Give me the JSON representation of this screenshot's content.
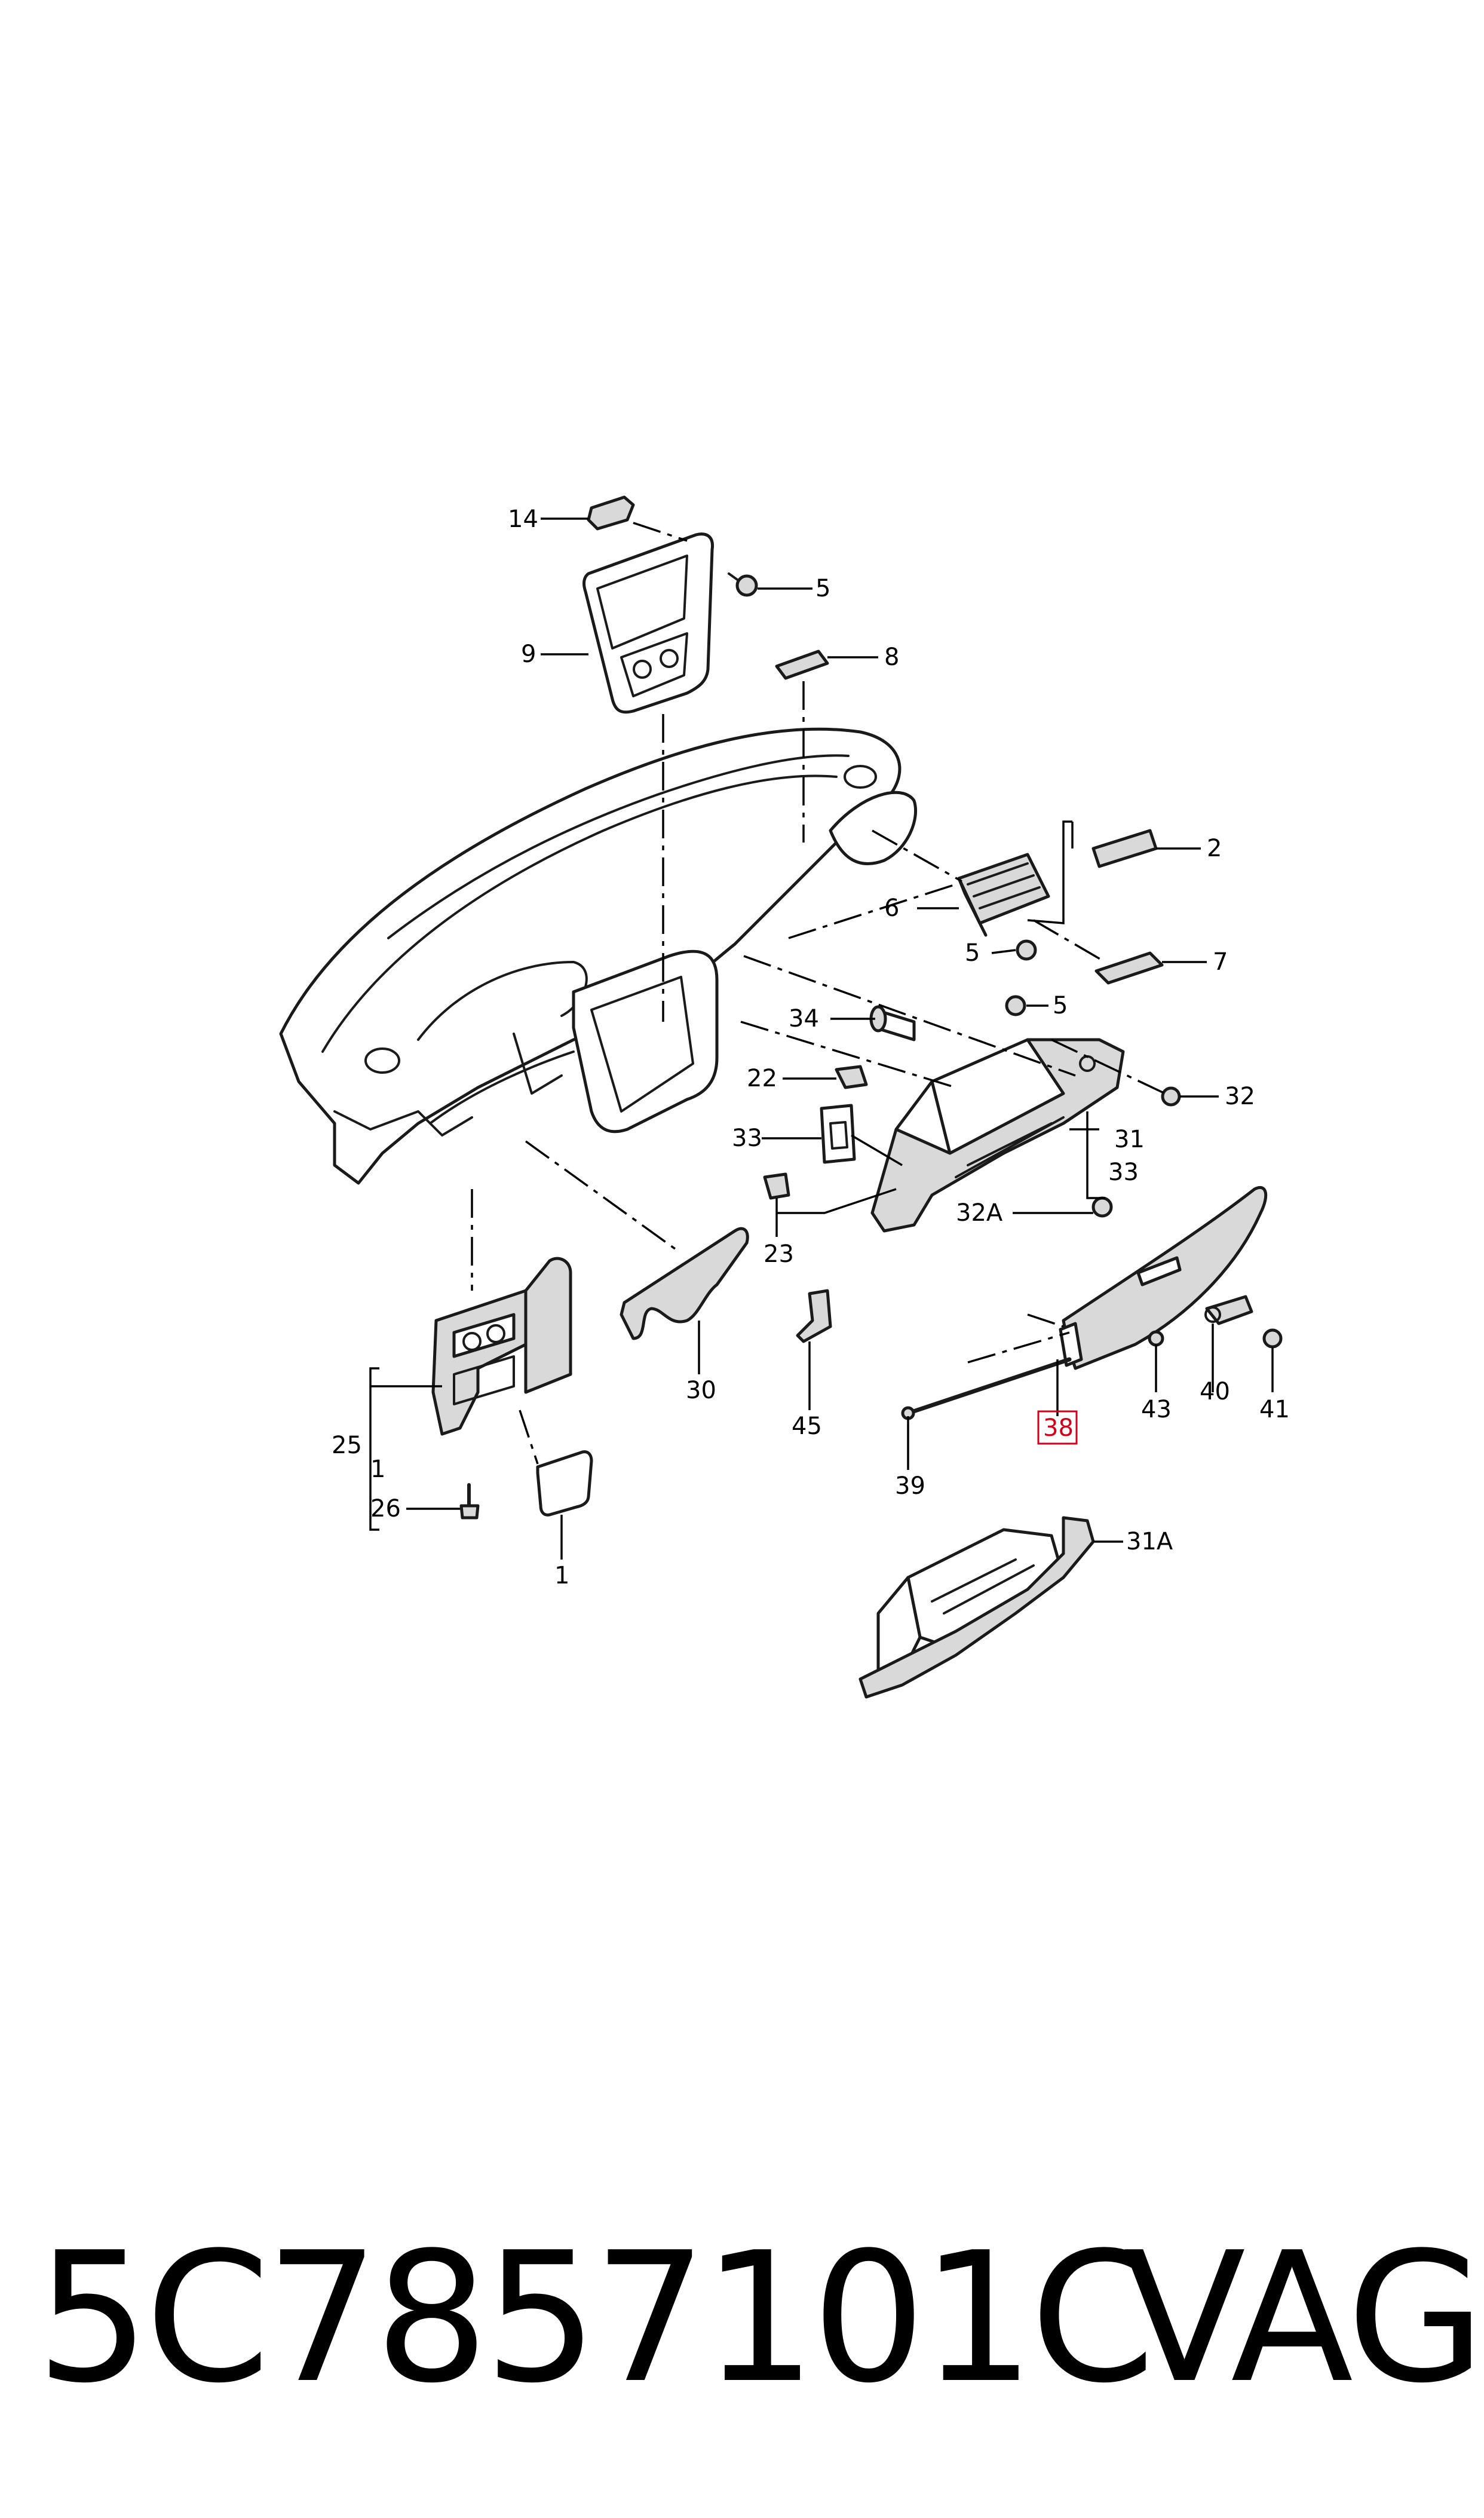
{
  "callouts": {
    "c14": "14",
    "c5a": "5",
    "c9": "9",
    "c8": "8",
    "c2": "2",
    "c6": "6",
    "c5b": "5",
    "c7": "7",
    "c5c": "5",
    "c34": "34",
    "c22": "22",
    "c32": "32",
    "c33a": "33",
    "c33b": "33",
    "c31": "31",
    "c32A": "32A",
    "c23": "23",
    "c30": "30",
    "c45": "45",
    "c43": "43",
    "c40": "40",
    "c41": "41",
    "c38": "38",
    "c39": "39",
    "c25": "25",
    "c1a": "1",
    "c26": "26",
    "c1b": "1",
    "c31A": "31A"
  },
  "highlight": {
    "part": "38",
    "color": "#d0021b"
  },
  "footer": {
    "part_number": "5C7857101C",
    "brand": "VAG"
  }
}
